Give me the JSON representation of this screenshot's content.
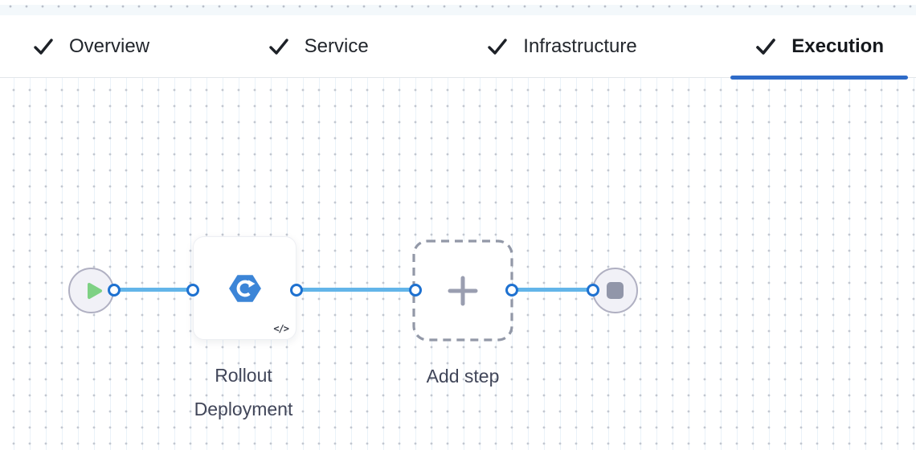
{
  "tabs": [
    {
      "label": "Overview",
      "checked": true,
      "active": false
    },
    {
      "label": "Service",
      "checked": true,
      "active": false
    },
    {
      "label": "Infrastructure",
      "checked": true,
      "active": false
    },
    {
      "label": "Execution",
      "checked": true,
      "active": true
    }
  ],
  "pipeline": {
    "start_node": {
      "icon": "play-icon"
    },
    "step": {
      "label": "Rollout Deployment",
      "icon": "kubernetes-rollout-icon",
      "badge_glyph": "</>"
    },
    "add_step": {
      "label": "Add step",
      "icon": "plus-icon"
    },
    "end_node": {
      "icon": "stop-icon"
    }
  },
  "colors": {
    "active_tab_underline": "#2e6bc8",
    "connector_line": "#63b5e9",
    "anchor_ring": "#1e71d0",
    "node_fill": "#f1f1f7",
    "node_border": "#b0b0c2",
    "step_icon_blue": "#3c85d7",
    "play_green": "#7ed184",
    "stop_gray": "#9196a9",
    "plus_gray": "#9a9eb0",
    "dashed_border": "#9298a7",
    "label_text": "#414659"
  }
}
